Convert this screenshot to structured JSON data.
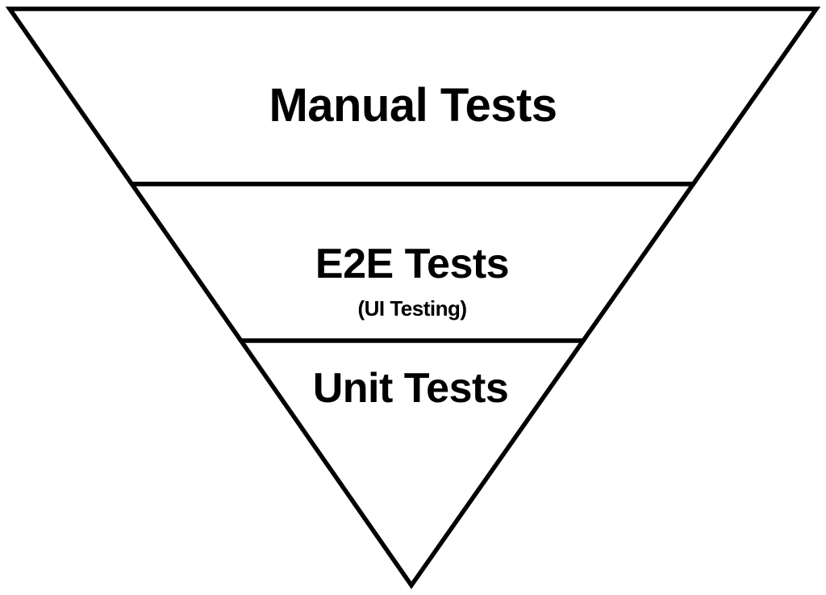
{
  "diagram": {
    "kind": "inverted-test-pyramid",
    "background_color": "#ffffff",
    "line_color": "#000000",
    "fill_color": "#ffffff",
    "text_color": "#000000",
    "layers": [
      {
        "label": "Manual Tests"
      },
      {
        "label": "E2E Tests",
        "sublabel": "(UI Testing)"
      },
      {
        "label": "Unit Tests"
      }
    ]
  }
}
